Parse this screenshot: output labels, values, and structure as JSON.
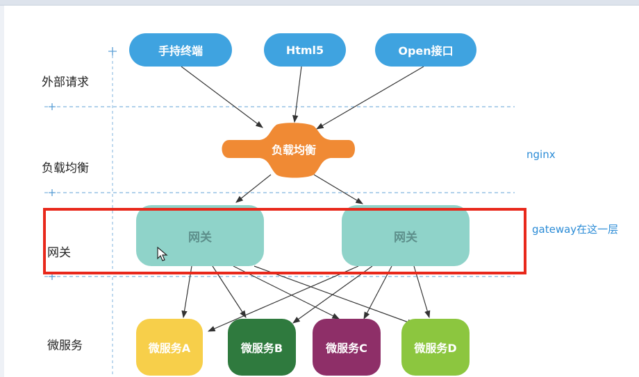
{
  "layers": {
    "external": "外部请求",
    "load_balance": "负载均衡",
    "gateway": "网关",
    "microservices": "微服务"
  },
  "clients": {
    "mobile": "手持终端",
    "html5": "Html5",
    "open_api": "Open接口"
  },
  "load_balancer": "负载均衡",
  "gateways": [
    "网关",
    "网关"
  ],
  "services": [
    "微服务A",
    "微服务B",
    "微服务C",
    "微服务D"
  ],
  "notes": {
    "nginx": "nginx",
    "gateway": "gateway在这一层"
  },
  "colors": {
    "client_blue": "#3fa3e0",
    "balancer_orange": "#f08a34",
    "gateway_teal": "#8fd3c9",
    "service_a": "#f7cf4a",
    "service_b": "#2f7a3e",
    "service_c": "#8e2f68",
    "service_d": "#8cc63f",
    "highlight_red": "#e8281b",
    "note_blue": "#2a8bd6"
  }
}
